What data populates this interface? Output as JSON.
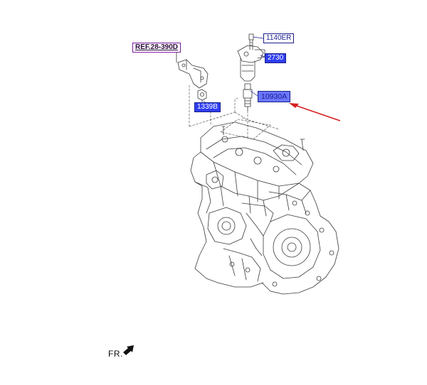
{
  "callouts": {
    "ref": "REF.28-390D",
    "bolt": "1140ER",
    "coil": "2730",
    "nut": "1339B",
    "plug": "10930A"
  },
  "direction_label": "FR.",
  "colors": {
    "callout_text": "#1a1f8c",
    "callout_fill": "#2f3df0",
    "highlight_fill": "#6b76ff",
    "ref_border": "#7a1a9a",
    "arrow": "#d42020",
    "linework": "#3a3a3a"
  }
}
